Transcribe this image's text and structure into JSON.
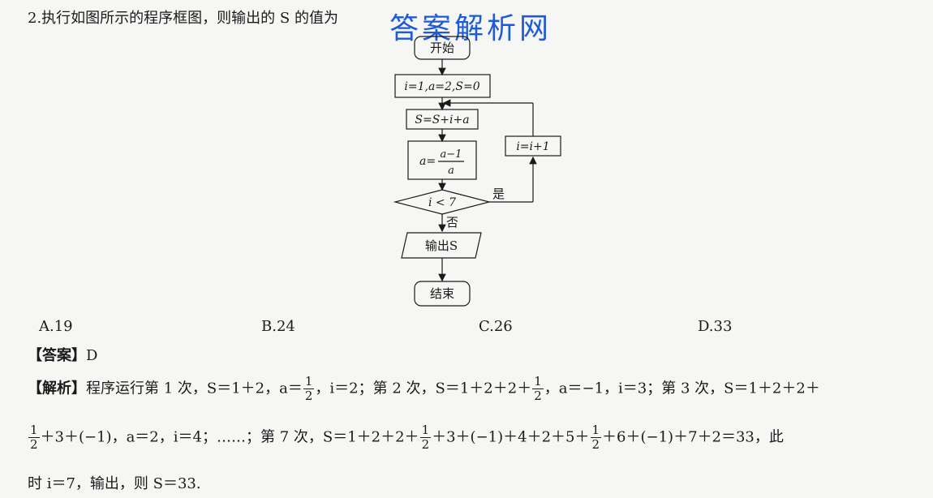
{
  "question": {
    "text": "2.执行如图所示的程序框图，则输出的 S 的值为"
  },
  "watermark": "答案解析网",
  "flowchart": {
    "start": "开始",
    "init": "i=1,a=2,S=0",
    "update_s": "S=S+i+a",
    "update_a_lhs": "a=",
    "update_a_num": "a−1",
    "update_a_den": "a",
    "increment": "i=i+1",
    "condition": "i < 7",
    "yes": "是",
    "no": "否",
    "output": "输出S",
    "end": "结束"
  },
  "options": {
    "a": "A.19",
    "b": "B.24",
    "c": "C.26",
    "d": "D.33"
  },
  "answer": {
    "label": "【答案】",
    "value": "D"
  },
  "explanation": {
    "label": "【解析】",
    "line1_a": "程序运行第 1 次，S＝1＋2，a＝",
    "line1_b": "，i＝2；第 2 次，S＝1＋2＋2＋",
    "line1_c": "，a＝−1，i＝3；第 3 次，S＝1＋2＋2＋",
    "line2_b": "＋3＋(−1)，a＝2，i＝4；……；第 7 次，S＝1＋2＋2＋",
    "line2_c": "＋3＋(−1)＋4＋2＋5＋",
    "line2_d": "＋6＋(−1)＋7＋2＝33，此",
    "line3": "时 i＝7，输出，则 S＝33.",
    "frac_num": "1",
    "frac_den": "2"
  }
}
